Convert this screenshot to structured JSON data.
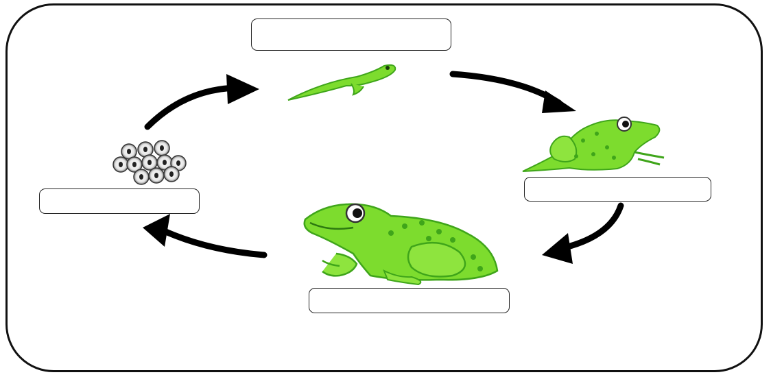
{
  "diagram": {
    "type": "life-cycle",
    "stages": [
      {
        "id": "eggs",
        "icon": "frog-eggs-icon",
        "label": ""
      },
      {
        "id": "tadpole",
        "icon": "tadpole-icon",
        "label": ""
      },
      {
        "id": "froglet",
        "icon": "froglet-icon",
        "label": ""
      },
      {
        "id": "frog",
        "icon": "adult-frog-icon",
        "label": ""
      }
    ],
    "label_boxes": {
      "top": "",
      "right": "",
      "bottom": "",
      "left": ""
    },
    "arrows": [
      "eggs-to-tadpole",
      "tadpole-to-froglet",
      "froglet-to-frog",
      "frog-to-eggs"
    ],
    "colors": {
      "frame": "#111111",
      "frog_green": "#7ddc2e",
      "frog_dark": "#3fa51a",
      "arrow": "#000000",
      "egg_gray": "#9a9a9a"
    }
  }
}
